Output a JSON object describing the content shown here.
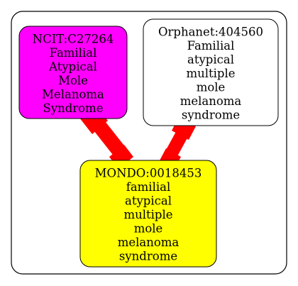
{
  "colors": {
    "background": "#ffffff",
    "cluster_border": "#000000",
    "edge": "#ff0000",
    "ncit_fill": "#ff00ff",
    "orphanet_fill": "#ffffff",
    "mondo_fill": "#ffff00",
    "text": "#000000"
  },
  "nodes": {
    "ncit": {
      "lines": [
        "NCIT:C27264",
        "Familial",
        "Atypical",
        "Mole",
        "Melanoma",
        "Syndrome"
      ]
    },
    "orphanet": {
      "lines": [
        "Orphanet:404560",
        "Familial",
        "atypical",
        "multiple",
        "mole",
        "melanoma",
        "syndrome"
      ]
    },
    "mondo": {
      "lines": [
        "MONDO:0018453",
        "familial",
        "atypical",
        "multiple",
        "mole",
        "melanoma",
        "syndrome"
      ]
    }
  },
  "edges": [
    {
      "from": "ncit",
      "to": "mondo"
    },
    {
      "from": "orphanet",
      "to": "mondo"
    }
  ]
}
